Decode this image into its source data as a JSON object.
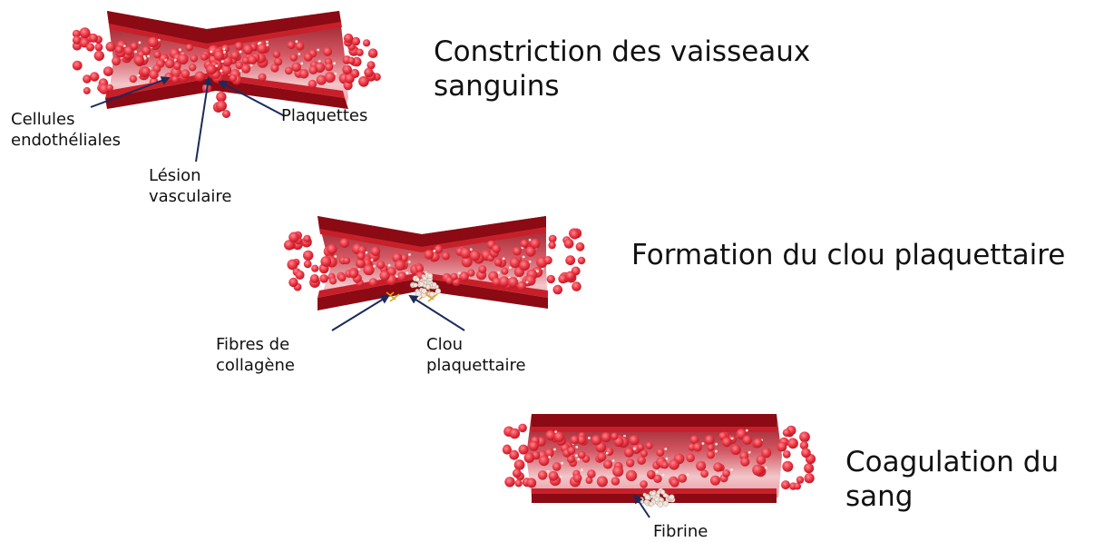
{
  "stages": [
    {
      "title": "Constriction des vaisseaux\nsanguins",
      "labels": {
        "endothelial": "Cellules\nendothéliales",
        "platelets": "Plaquettes",
        "lesion": "Lésion\nvasculaire"
      }
    },
    {
      "title": "Formation du clou plaquettaire",
      "labels": {
        "collagen": "Fibres de\ncollagène",
        "plug": "Clou\nplaquettaire"
      }
    },
    {
      "title": "Coagulation du\nsang",
      "labels": {
        "fibrin": "Fibrine"
      }
    }
  ],
  "colors": {
    "vessel_wall": "#8b0a14",
    "vessel_wall_light": "#c8202a",
    "lumen_dark": "#9a1a24",
    "lumen_light": "#f3c8cc",
    "red_cell": "#e8323f",
    "arrow": "#1a2a5e",
    "collagen": "#d9a520",
    "platelet_plug": "#efe3dc"
  },
  "icons": {
    "vessel": "blood-vessel",
    "red_cell": "red-blood-cell",
    "platelet": "platelet",
    "arrow": "arrow-pointer"
  }
}
